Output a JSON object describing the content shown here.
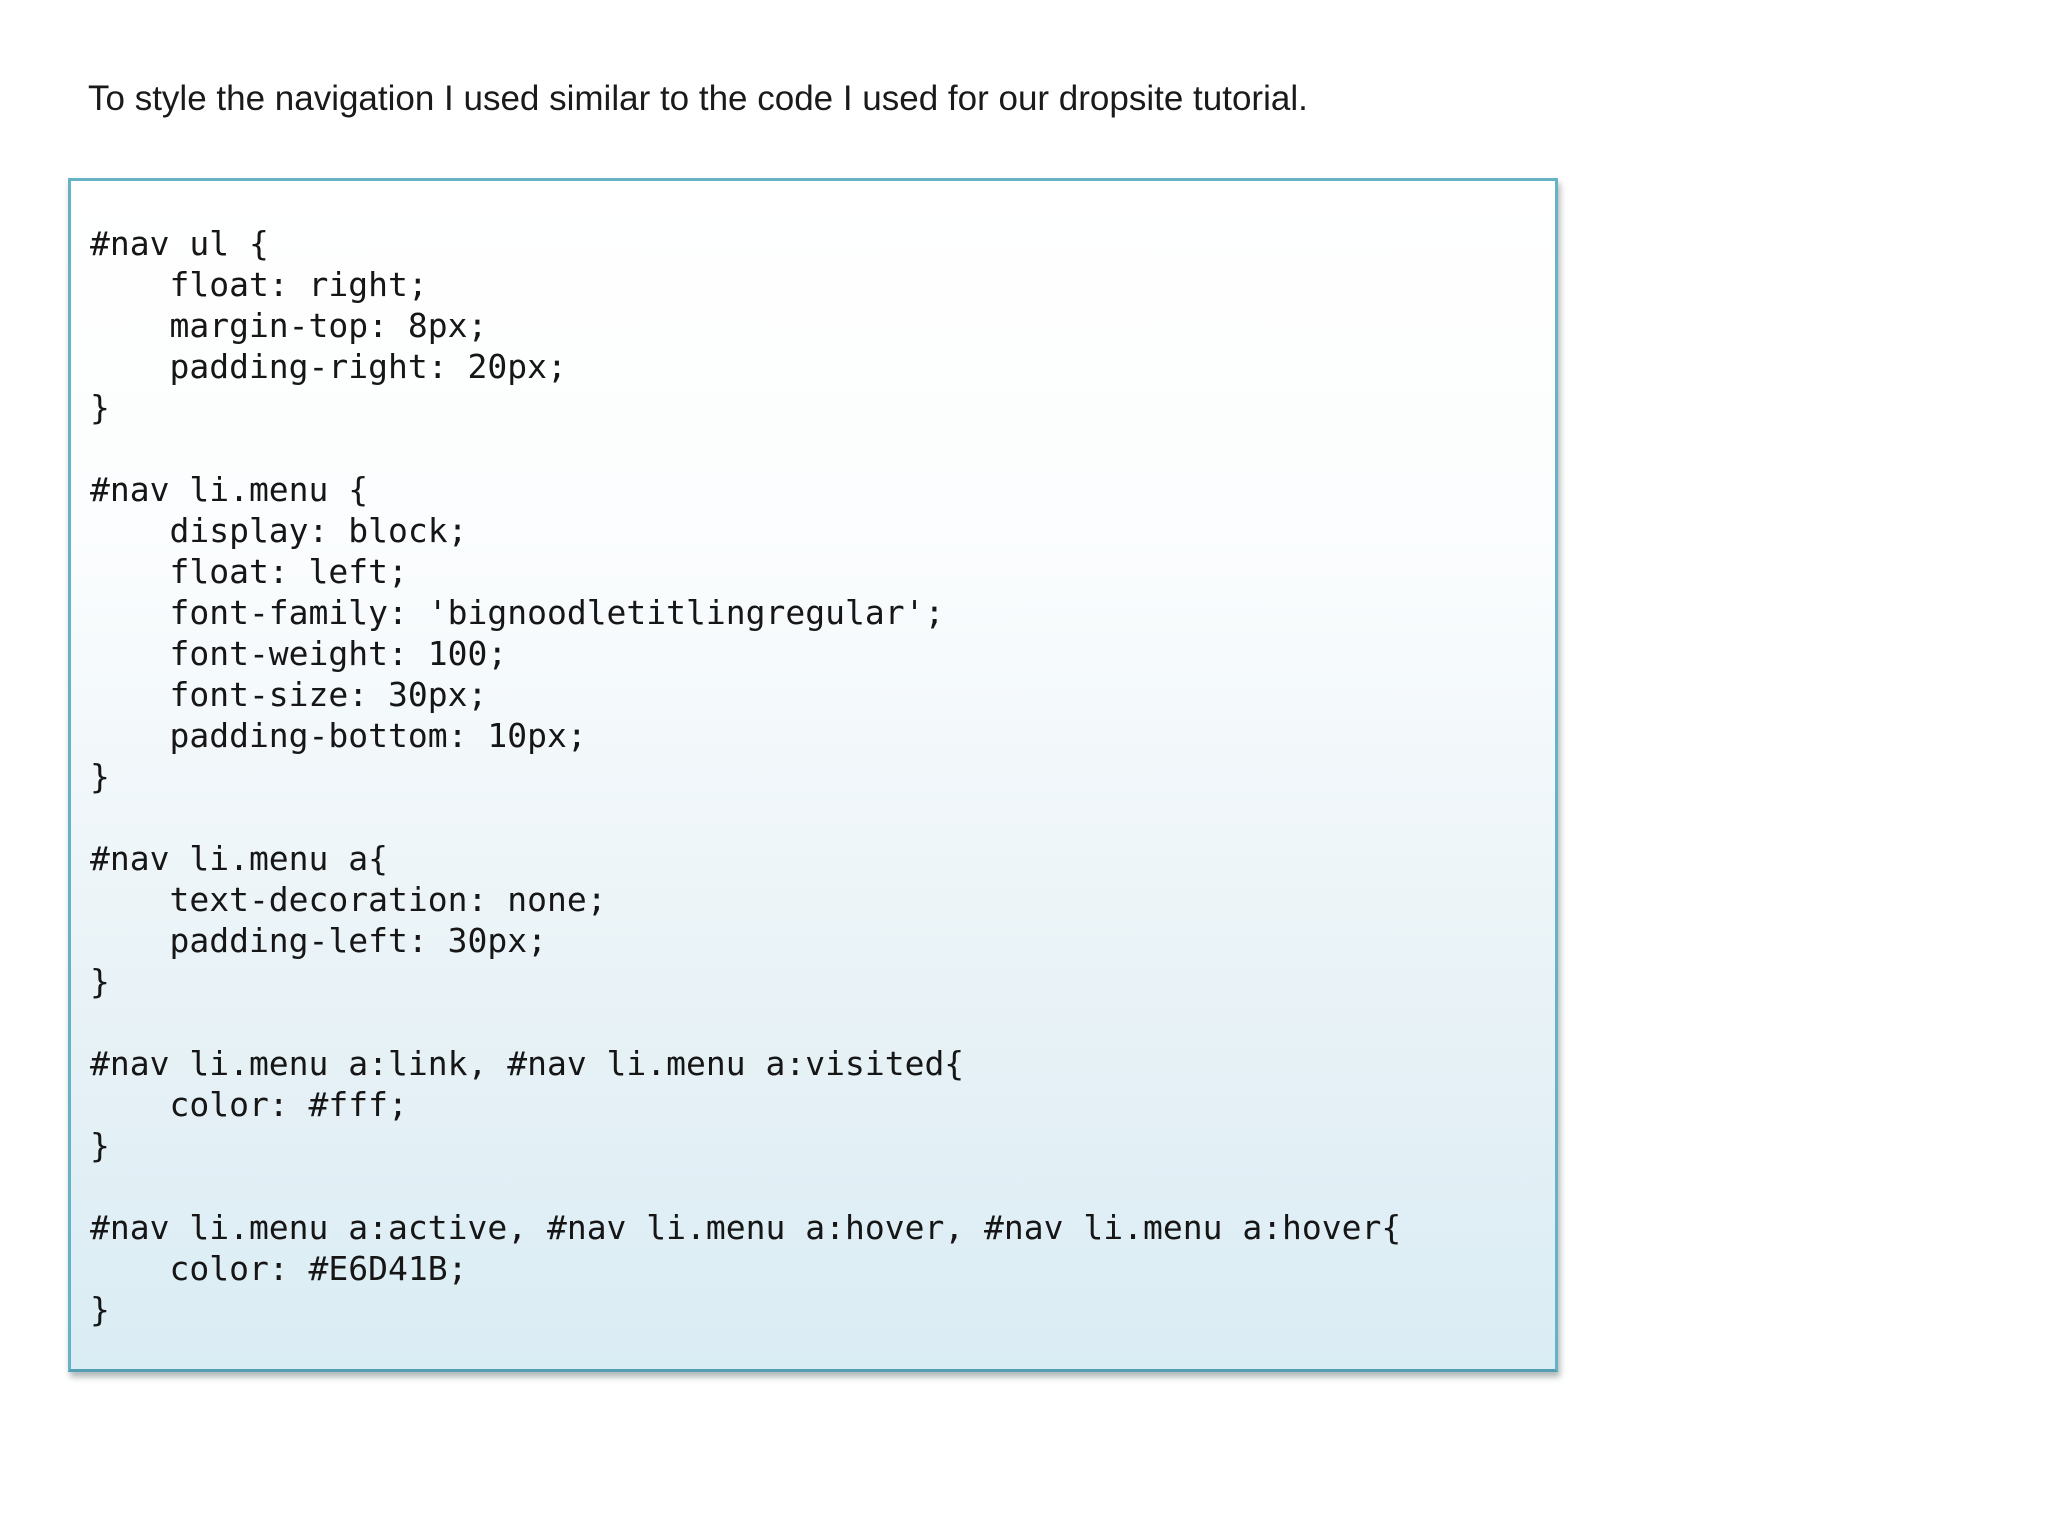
{
  "page": {
    "heading": "To style the navigation I used similar to the code I used for our dropsite tutorial."
  },
  "code_panel": {
    "language": "css",
    "colors": {
      "border": "#68b2c5",
      "background_top": "#ffffff",
      "background_bottom": "#daecf4",
      "text": "#161616"
    },
    "code": "#nav ul {\n    float: right;\n    margin-top: 8px;\n    padding-right: 20px;\n}\n\n#nav li.menu {\n    display: block;\n    float: left;\n    font-family: 'bignoodletitlingregular';\n    font-weight: 100;\n    font-size: 30px;\n    padding-bottom: 10px;\n}\n\n#nav li.menu a{\n    text-decoration: none;\n    padding-left: 30px;\n}\n\n#nav li.menu a:link, #nav li.menu a:visited{\n    color: #fff;\n}\n\n#nav li.menu a:active, #nav li.menu a:hover, #nav li.menu a:hover{\n    color: #E6D41B;\n}"
  }
}
